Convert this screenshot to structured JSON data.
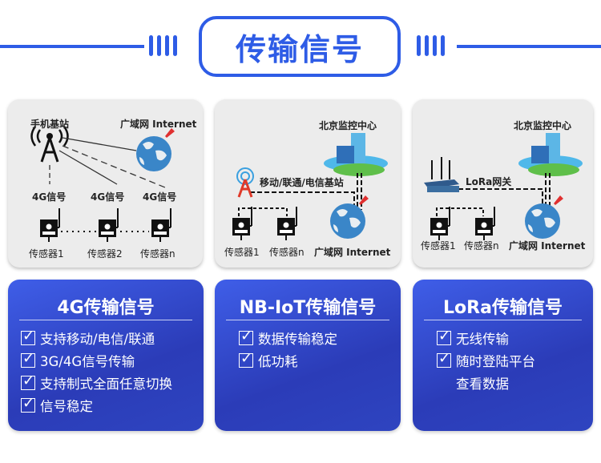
{
  "header": {
    "title": "传输信号"
  },
  "diagrams": [
    {
      "base_station": "手机基站",
      "internet": "广域网 Internet",
      "signals": [
        "4G信号",
        "4G信号",
        "4G信号"
      ],
      "sensors": [
        "传感器1",
        "传感器2",
        "传感器n"
      ]
    },
    {
      "center": "北京监控中心",
      "base_station": "移动/联通/电信基站",
      "sensors": [
        "传感器1",
        "传感器n"
      ],
      "internet": "广域网 Internet"
    },
    {
      "center": "北京监控中心",
      "gateway": "LoRa网关",
      "sensors": [
        "传感器1",
        "传感器n"
      ],
      "internet": "广域网 Internet"
    }
  ],
  "cards": [
    {
      "title": "4G传输信号",
      "items": [
        "支持移动/电信/联通",
        "3G/4G信号传输",
        "支持制式全面任意切换",
        "信号稳定"
      ]
    },
    {
      "title": "NB-IoT传输信号",
      "items": [
        "数据传输稳定",
        "低功耗"
      ]
    },
    {
      "title": "LoRa传输信号",
      "items": [
        "无线传输",
        "随时登陆平台"
      ],
      "extra": "查看数据"
    }
  ],
  "colors": {
    "accent": "#2e5ce6",
    "card": "#3448c8",
    "panel": "#ececec"
  }
}
